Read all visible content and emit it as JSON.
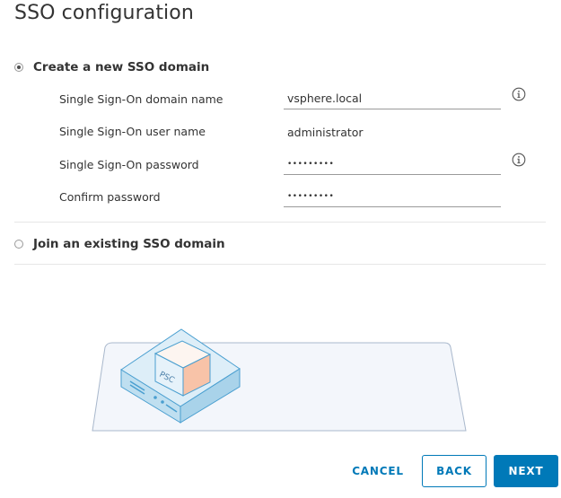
{
  "page": {
    "title": "SSO configuration"
  },
  "options": {
    "create_label": "Create a new SSO domain",
    "join_label": "Join an existing SSO domain",
    "selected": "create"
  },
  "form": {
    "domain_name": {
      "label": "Single Sign-On domain name",
      "value": "vsphere.local"
    },
    "user_name": {
      "label": "Single Sign-On user name",
      "value": "administrator"
    },
    "password": {
      "label": "Single Sign-On password",
      "value": "•••••••••"
    },
    "confirm_password": {
      "label": "Confirm password",
      "value": "•••••••••"
    }
  },
  "illustration": {
    "box_label": "PSC"
  },
  "footer": {
    "cancel_label": "CANCEL",
    "back_label": "BACK",
    "next_label": "NEXT"
  },
  "colors": {
    "primary": "#0079b8",
    "text": "#333333",
    "divider": "#e6e6e6",
    "illus_blue": "#cfe8f5",
    "illus_orange": "#f8c3a8"
  }
}
